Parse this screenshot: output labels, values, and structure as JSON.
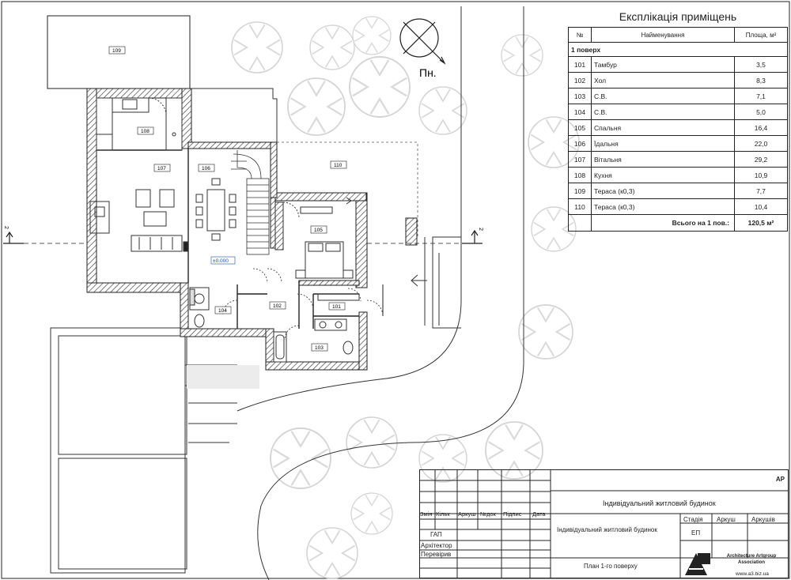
{
  "explication": {
    "title": "Експлікація приміщень",
    "headers": {
      "number": "№",
      "name": "Найменування",
      "area": "Площа, м²"
    },
    "floor_label": "1 поверх",
    "rows": [
      {
        "n": "101",
        "name": "Тамбур",
        "area": "3,5"
      },
      {
        "n": "102",
        "name": "Хол",
        "area": "8,3"
      },
      {
        "n": "103",
        "name": "С.В.",
        "area": "7,1"
      },
      {
        "n": "104",
        "name": "С.В.",
        "area": "5,0"
      },
      {
        "n": "105",
        "name": "Спальня",
        "area": "16,4"
      },
      {
        "n": "106",
        "name": "Їдальня",
        "area": "22,0"
      },
      {
        "n": "107",
        "name": "Вітальня",
        "area": "29,2"
      },
      {
        "n": "108",
        "name": "Кухня",
        "area": "10,9"
      },
      {
        "n": "109",
        "name": "Тераса (к0,3)",
        "area": "7,7"
      },
      {
        "n": "110",
        "name": "Тераса (к0,3)",
        "area": "10,4"
      }
    ],
    "total_label": "Всього на 1 пов.:",
    "total_value": "120,5 м²"
  },
  "plan": {
    "north_label": "Пн.",
    "room_tags": {
      "r101": "101",
      "r102": "102",
      "r103": "103",
      "r104": "104",
      "r105": "105",
      "r106": "106",
      "r107": "107",
      "r108": "108",
      "r109": "109",
      "r110": "110"
    },
    "level_mark": "±0.000",
    "section_mark": "2"
  },
  "stamp": {
    "code": "АР",
    "project_name": "Індивідуальний житловий будинок",
    "project_name_2": "Індивідуальний житловий будинок",
    "col_headers": [
      "Змін",
      "Кільк",
      "Аркуш",
      "№док",
      "Підпис",
      "Дата"
    ],
    "roles": [
      "ГАП",
      "Архітектор",
      "Перевірив"
    ],
    "stage_header": "Стадія",
    "sheet_header": "Аркуш",
    "sheets_header": "Аркушів",
    "stage_value": "ЕП",
    "sheet_title": "План 1-го поверху",
    "org_name": "Architecture Artgroup Association",
    "org_logo": "А3",
    "org_url": "www.a3.biz.ua"
  },
  "colors": {
    "line": "#222222",
    "wall_hatch": "#555555",
    "tree": "#cfcfcf",
    "level_mark": "#1a4fa0"
  }
}
